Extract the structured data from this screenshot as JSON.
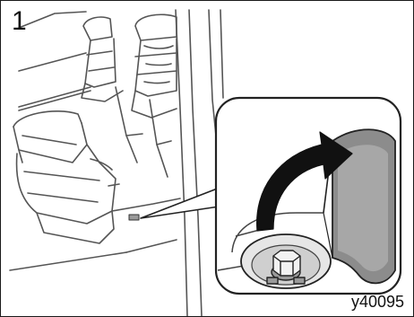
{
  "figure": {
    "step_number": "1",
    "figure_code": "y40095"
  },
  "illustration": {
    "overview_scene": "vehicle-rear-seats-line-art",
    "detail_scene": "floor-cover-opened-revealing-bolt",
    "arrow": "curved-opening-arrow",
    "colors": {
      "line": "#3a3a3a",
      "shade": "#8c8c8c",
      "light_shade": "#cfcfcf",
      "arrow": "#111111"
    }
  }
}
